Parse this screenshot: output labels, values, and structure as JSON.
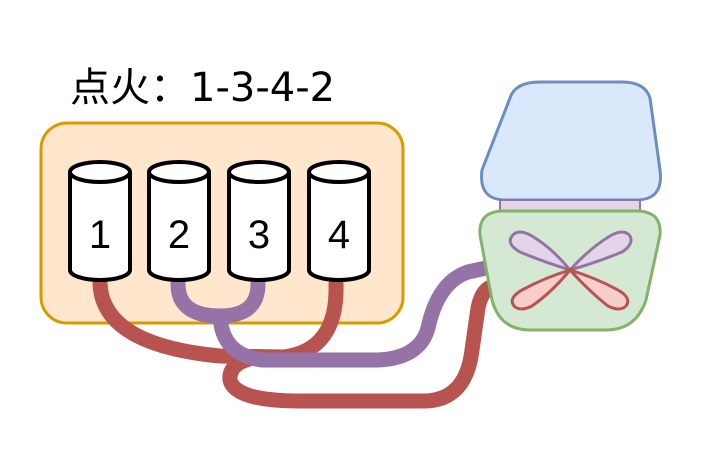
{
  "title": "点火：1-3-4-2",
  "cylinders": [
    {
      "label": "1"
    },
    {
      "label": "2"
    },
    {
      "label": "3"
    },
    {
      "label": "4"
    }
  ],
  "colors": {
    "engine_fill": "#FFE6CC",
    "engine_stroke": "#D79B00",
    "cap_fill": "#DAE8FC",
    "cap_stroke": "#6C8EBF",
    "body_fill": "#D5E8D4",
    "body_stroke": "#82B366",
    "neck_fill": "#E1D5E7",
    "red_pipe": "#B85450",
    "purple_pipe": "#9673A6",
    "red_petal_fill": "#F8CECC",
    "purple_petal_fill": "#E1D5E7"
  }
}
